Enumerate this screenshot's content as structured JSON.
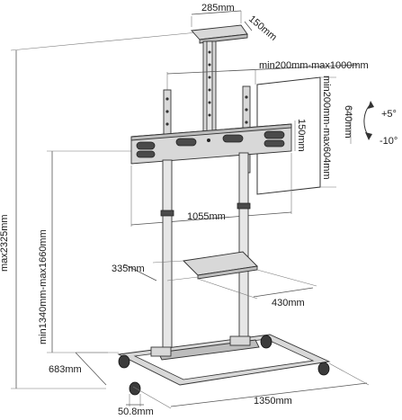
{
  "diagram": {
    "labels": {
      "camera_shelf_width": "285mm",
      "camera_shelf_depth": "150mm",
      "vesa_horizontal": "min200mm-max1000mm",
      "vesa_vertical": "min200mm-max604mm",
      "bracket_height": "150mm",
      "panel_height": "640mm",
      "tilt_up": "+5°",
      "tilt_down": "-10°",
      "total_height": "max2325mm",
      "center_height": "min1340mm-max1660mm",
      "bracket_width": "1055mm",
      "shelf_depth": "335mm",
      "shelf_width": "430mm",
      "base_depth": "683mm",
      "base_width": "1350mm",
      "pole_diameter": "50.8mm"
    }
  }
}
